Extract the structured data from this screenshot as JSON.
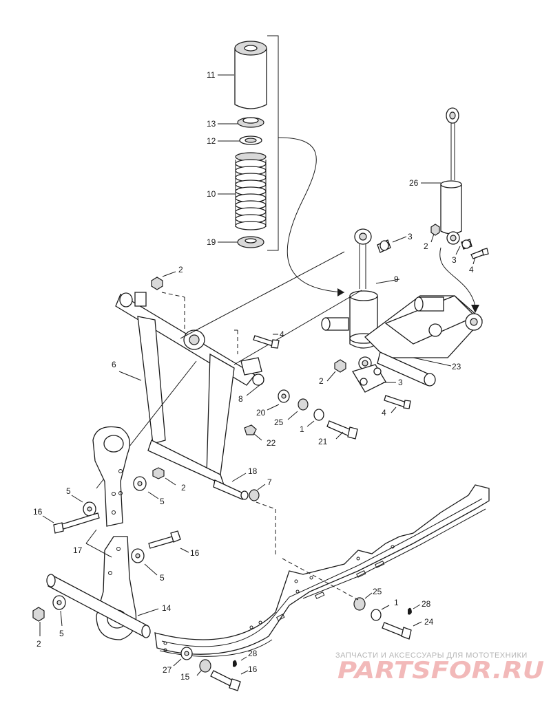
{
  "labels": {
    "n11": "11",
    "n13": "13",
    "n12": "12",
    "n10": "10",
    "n19": "19",
    "n26": "26",
    "n2_top_right": "2",
    "n3_top_right": "3",
    "n4_top_right": "4",
    "n3_top": "3",
    "n9": "9",
    "n2_top": "2",
    "n4_mid": "4",
    "n6": "6",
    "n23": "23",
    "n2_mid": "2",
    "n3_mid": "3",
    "n8": "8",
    "n4_right": "4",
    "n20": "20",
    "n25_mid": "25",
    "n1_mid": "1",
    "n21": "21",
    "n22": "22",
    "n18": "18",
    "n7": "7",
    "n2_left": "2",
    "n5_left_a": "5",
    "n5_left_b": "5",
    "n16_left": "16",
    "n17": "17",
    "n16_mid": "16",
    "n5_mid": "5",
    "n14": "14",
    "n2_bottom": "2",
    "n5_bottom": "5",
    "n25_bottom": "25",
    "n1_bottom": "1",
    "n28_right": "28",
    "n24": "24",
    "n28_bottom": "28",
    "n27": "27",
    "n15": "15",
    "n16_bottom": "16"
  },
  "watermark": {
    "tagline": "ЗАПЧАСТИ И АКСЕССУАРЫ ДЛЯ МОТОТЕХНИКИ",
    "logo": "PARTSFOR.RU"
  },
  "colors": {
    "ink": "#1a1a1a",
    "watermark_text": "#b4b4b4",
    "watermark_logo": "#f2b9b9"
  }
}
